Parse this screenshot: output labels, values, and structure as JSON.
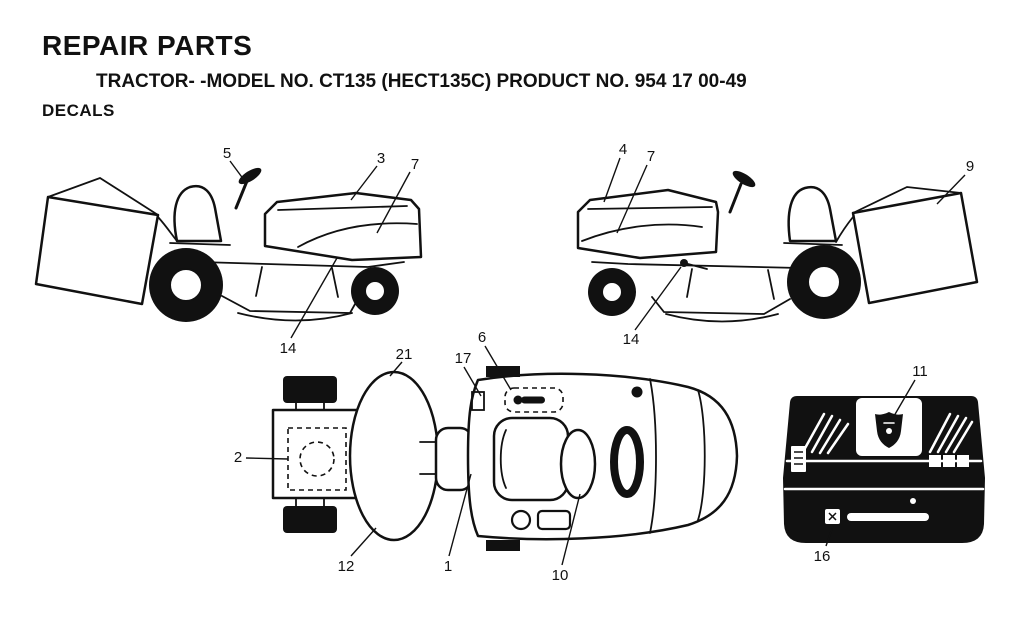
{
  "header": {
    "title": "REPAIR PARTS",
    "subtitle": "TRACTOR- -MODEL NO. CT135 (HECT135C) PRODUCT NO. 954 17 00-49",
    "section": "DECALS"
  },
  "callouts": {
    "n5": "5",
    "n3": "3",
    "n7_left": "7",
    "n14_left": "14",
    "n4": "4",
    "n7_right": "7",
    "n9": "9",
    "n14_right": "14",
    "n21": "21",
    "n17": "17",
    "n6": "6",
    "n2": "2",
    "n12": "12",
    "n1": "1",
    "n10": "10",
    "n11": "11",
    "n16": "16"
  }
}
